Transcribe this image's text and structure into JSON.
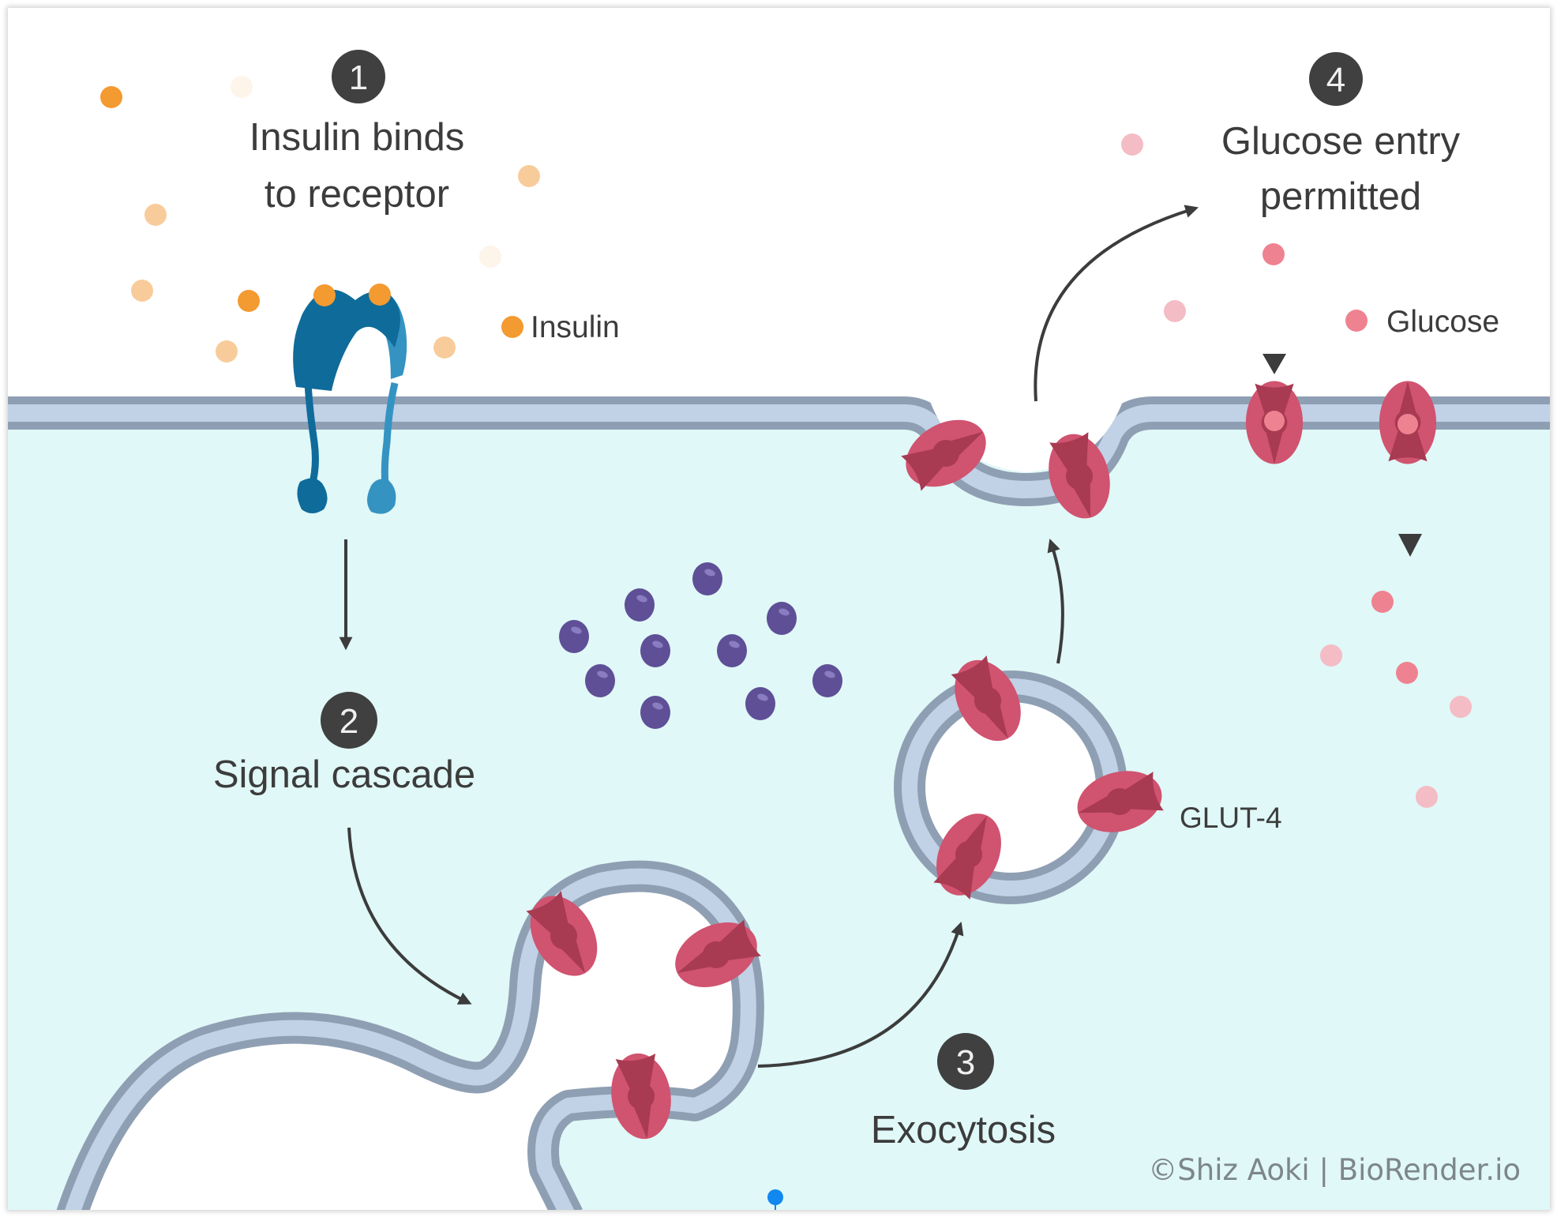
{
  "figure": {
    "title": "Insulin-stimulated GLUT-4 translocation and glucose uptake",
    "steps": [
      {
        "number": "1",
        "lines": [
          "Insulin binds",
          "to receptor"
        ]
      },
      {
        "number": "2",
        "lines": [
          "Signal cascade"
        ]
      },
      {
        "number": "3",
        "lines": [
          "Exocytosis"
        ]
      },
      {
        "number": "4",
        "lines": [
          "Glucose entry",
          "permitted"
        ]
      }
    ],
    "legend": {
      "insulin": "Insulin",
      "glucose": "Glucose",
      "glut4": "GLUT-4"
    },
    "credit": "©Shiz Aoki | BioRender.io",
    "colors": {
      "insulin": "#f39a31",
      "insulin_faded": "#f8cc9a",
      "glucose": "#ef8290",
      "glucose_faded": "#f4bcc4",
      "receptor_dark": "#0f6b9a",
      "receptor_light": "#3593c2",
      "glut4_outer": "#d0536f",
      "glut4_inner": "#a83a52",
      "membrane_edge": "#8f9fb3",
      "membrane_core": "#c1d1e6",
      "cytoplasm": "#e0f8f7",
      "signal_molecule": "#5e4f97",
      "step_badge": "#404040",
      "arrow": "#3c3c3c",
      "marker": "#1088f0"
    }
  }
}
